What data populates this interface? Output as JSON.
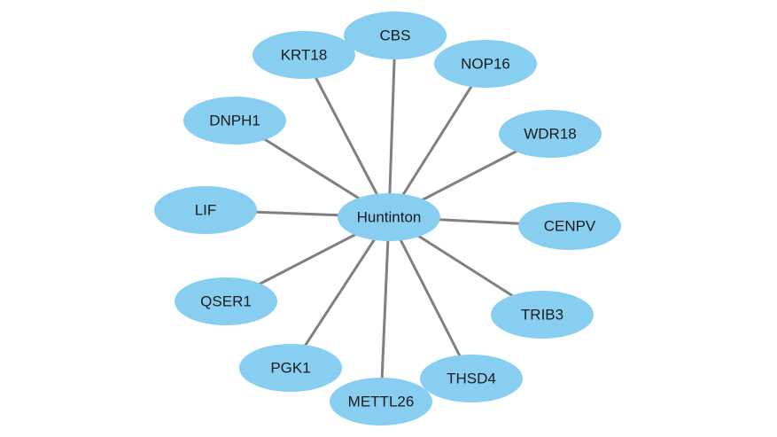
{
  "graph": {
    "node_color": "#87cef0",
    "edge_color": "#808080",
    "label_color": "#1a1a1a",
    "center": {
      "id": "hub",
      "label": "Huntinton"
    },
    "nodes": [
      {
        "id": "cbs",
        "label": "CBS"
      },
      {
        "id": "krt18",
        "label": "KRT18"
      },
      {
        "id": "nop16",
        "label": "NOP16"
      },
      {
        "id": "dnph1",
        "label": "DNPH1"
      },
      {
        "id": "wdr18",
        "label": "WDR18"
      },
      {
        "id": "lif",
        "label": "LIF"
      },
      {
        "id": "cenpv",
        "label": "CENPV"
      },
      {
        "id": "qser1",
        "label": "QSER1"
      },
      {
        "id": "trib3",
        "label": "TRIB3"
      },
      {
        "id": "pgk1",
        "label": "PGK1"
      },
      {
        "id": "thsd4",
        "label": "THSD4"
      },
      {
        "id": "mettl26",
        "label": "METTL26"
      }
    ],
    "edges": [
      {
        "from": "hub",
        "to": "cbs"
      },
      {
        "from": "hub",
        "to": "krt18"
      },
      {
        "from": "hub",
        "to": "nop16"
      },
      {
        "from": "hub",
        "to": "dnph1"
      },
      {
        "from": "hub",
        "to": "wdr18"
      },
      {
        "from": "hub",
        "to": "lif"
      },
      {
        "from": "hub",
        "to": "cenpv"
      },
      {
        "from": "hub",
        "to": "qser1"
      },
      {
        "from": "hub",
        "to": "trib3"
      },
      {
        "from": "hub",
        "to": "pgk1"
      },
      {
        "from": "hub",
        "to": "thsd4"
      },
      {
        "from": "hub",
        "to": "mettl26"
      }
    ]
  }
}
